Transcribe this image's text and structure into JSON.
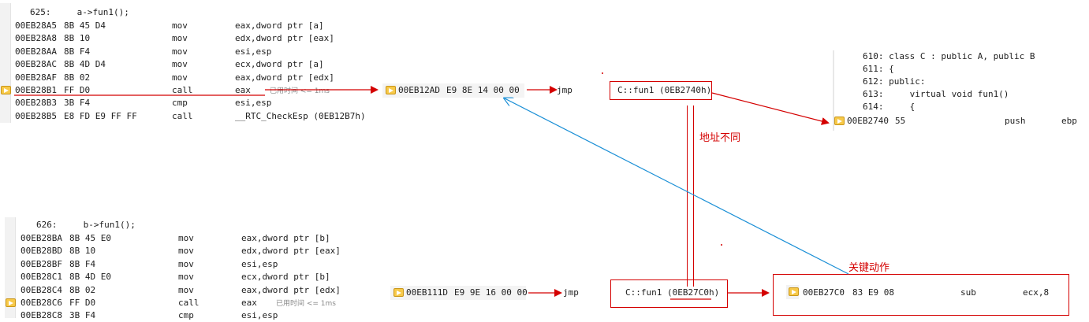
{
  "colors": {
    "annotation_red": "#d40000",
    "annotation_blue": "#1a8fd6",
    "arrow_icon": "#f7c948"
  },
  "panel_a": {
    "source_line": "625:     a->fun1();",
    "rows": [
      {
        "addr": "00EB28A5",
        "bytes": "8B 45 D4",
        "op": "mov",
        "args": "eax,dword ptr [a]"
      },
      {
        "addr": "00EB28A8",
        "bytes": "8B 10",
        "op": "mov",
        "args": "edx,dword ptr [eax]"
      },
      {
        "addr": "00EB28AA",
        "bytes": "8B F4",
        "op": "mov",
        "args": "esi,esp"
      },
      {
        "addr": "00EB28AC",
        "bytes": "8B 4D D4",
        "op": "mov",
        "args": "ecx,dword ptr [a]"
      },
      {
        "addr": "00EB28AF",
        "bytes": "8B 02",
        "op": "mov",
        "args": "eax,dword ptr [edx]"
      },
      {
        "addr": "00EB28B1",
        "bytes": "FF D0",
        "op": "call",
        "args": "eax",
        "tip": "已用时间 <= 1ms",
        "current": true
      },
      {
        "addr": "00EB28B3",
        "bytes": "3B F4",
        "op": "cmp",
        "args": "esi,esp"
      },
      {
        "addr": "00EB28B5",
        "bytes": "E8 FD E9 FF FF",
        "op": "call",
        "args": "__RTC_CheckEsp (0EB12B7h)"
      }
    ]
  },
  "panel_b": {
    "source_line": "626:     b->fun1();",
    "rows": [
      {
        "addr": "00EB28BA",
        "bytes": "8B 45 E0",
        "op": "mov",
        "args": "eax,dword ptr [b]"
      },
      {
        "addr": "00EB28BD",
        "bytes": "8B 10",
        "op": "mov",
        "args": "edx,dword ptr [eax]"
      },
      {
        "addr": "00EB28BF",
        "bytes": "8B F4",
        "op": "mov",
        "args": "esi,esp"
      },
      {
        "addr": "00EB28C1",
        "bytes": "8B 4D E0",
        "op": "mov",
        "args": "ecx,dword ptr [b]"
      },
      {
        "addr": "00EB28C4",
        "bytes": "8B 02",
        "op": "mov",
        "args": "eax,dword ptr [edx]"
      },
      {
        "addr": "00EB28C6",
        "bytes": "FF D0",
        "op": "call",
        "args": "eax",
        "tip": "已用时间 <= 1ms",
        "current": true
      },
      {
        "addr": "00EB28C8",
        "bytes": "3B F4",
        "op": "cmp",
        "args": "esi,esp"
      }
    ]
  },
  "thunk_a": {
    "addr": "00EB12AD",
    "bytes": "E9 8E 14 00 00",
    "op": "jmp",
    "target": "C::fun1 (0EB2740h)"
  },
  "thunk_b": {
    "addr": "00EB111D",
    "bytes": "E9 9E 16 00 00",
    "op": "jmp",
    "target": "C::fun1 (0EB27C0h)"
  },
  "panel_c": {
    "source_lines": [
      "610: class C : public A, public B",
      "611: {",
      "612: public:",
      "613:     virtual void fun1()",
      "614:     {"
    ],
    "row": {
      "addr": "00EB2740",
      "bytes": "55",
      "op": "push",
      "args": "ebp"
    }
  },
  "panel_d": {
    "row": {
      "addr": "00EB27C0",
      "bytes": "83 E9 08",
      "op": "sub",
      "args": "ecx,8"
    }
  },
  "annotations": {
    "address_differs": "地址不同",
    "key_action": "关键动作"
  }
}
